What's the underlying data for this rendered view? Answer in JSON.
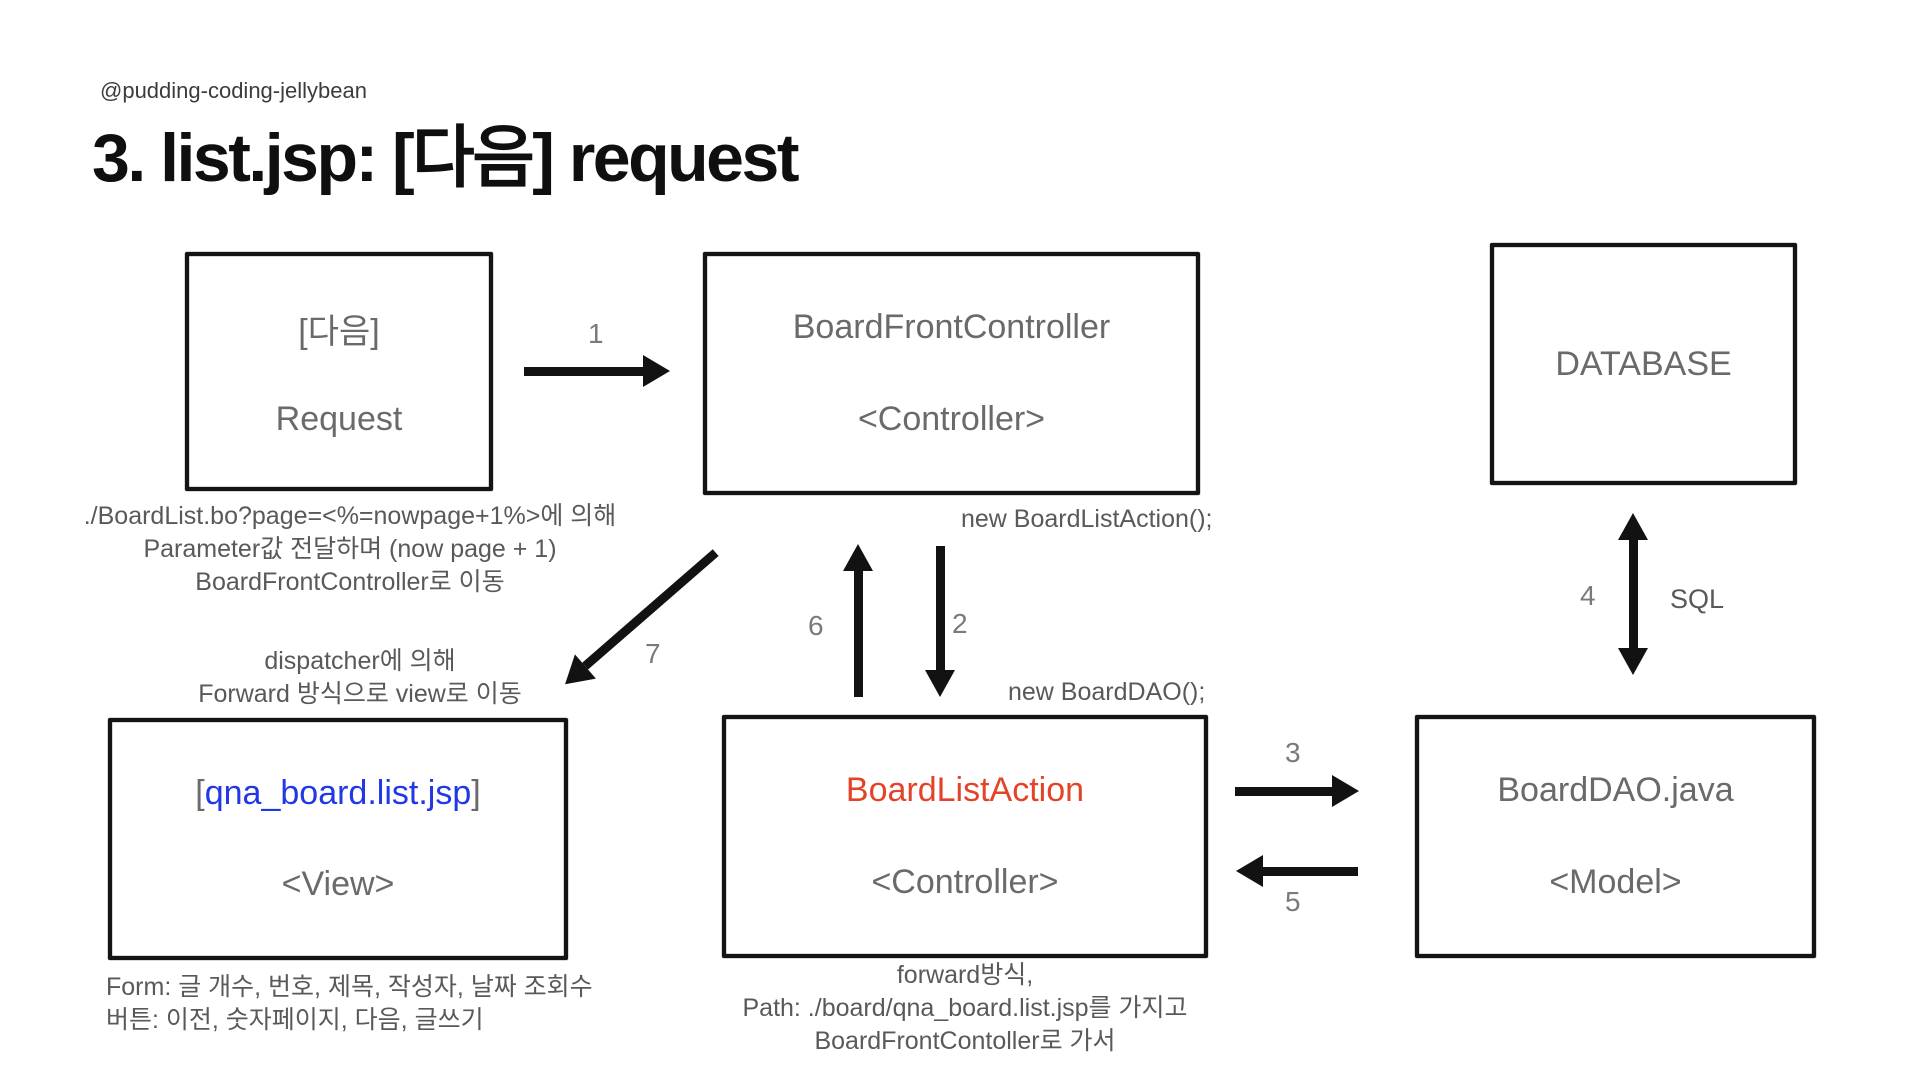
{
  "meta": {
    "watermark": "@pudding-coding-jellybean",
    "title": "3. list.jsp: [다음] request"
  },
  "colors": {
    "background": "#ffffff",
    "title_text": "#0f0f0f",
    "box_border": "#141414",
    "box_text_gray": "#6a6a6a",
    "note_gray": "#595959",
    "arrow_black": "#121212",
    "view_jsp_blue": "#2038e5",
    "action_red": "#e34327"
  },
  "boxes": {
    "request": {
      "line1": "[다음]",
      "line2": "Request"
    },
    "front_controller": {
      "line1": "BoardFrontController",
      "line2": "<Controller>"
    },
    "database": {
      "line1": "DATABASE"
    },
    "view": {
      "bracket_open": "[",
      "name": "qna_board.list.jsp",
      "bracket_close": "]",
      "line2": "<View>"
    },
    "list_action": {
      "line1": "BoardListAction",
      "line2": "<Controller>"
    },
    "dao": {
      "line1": "BoardDAO.java",
      "line2": "<Model>"
    }
  },
  "annotations": {
    "request_note": [
      "./BoardList.bo?page=<%=nowpage+1%>에 의해",
      "Parameter값 전달하며 (now page + 1)",
      "BoardFrontController로 이동"
    ],
    "new_list_action": "new BoardListAction();",
    "dispatcher_note": [
      "dispatcher에 의해",
      "Forward 방식으로 view로 이동"
    ],
    "new_dao": "new BoardDAO();",
    "view_note": [
      "Form: 글 개수, 번호, 제목, 작성자, 날짜 조회수",
      "버튼: 이전, 숫자페이지, 다음, 글쓰기"
    ],
    "forward_note": [
      "forward방식,",
      "Path: ./board/qna_board.list.jsp를 가지고",
      "BoardFrontContoller로 가서"
    ],
    "sql_label": "SQL"
  },
  "arrow_labels": {
    "a1": "1",
    "a2": "2",
    "a3": "3",
    "a4": "4",
    "a5": "5",
    "a6": "6",
    "a7": "7"
  }
}
